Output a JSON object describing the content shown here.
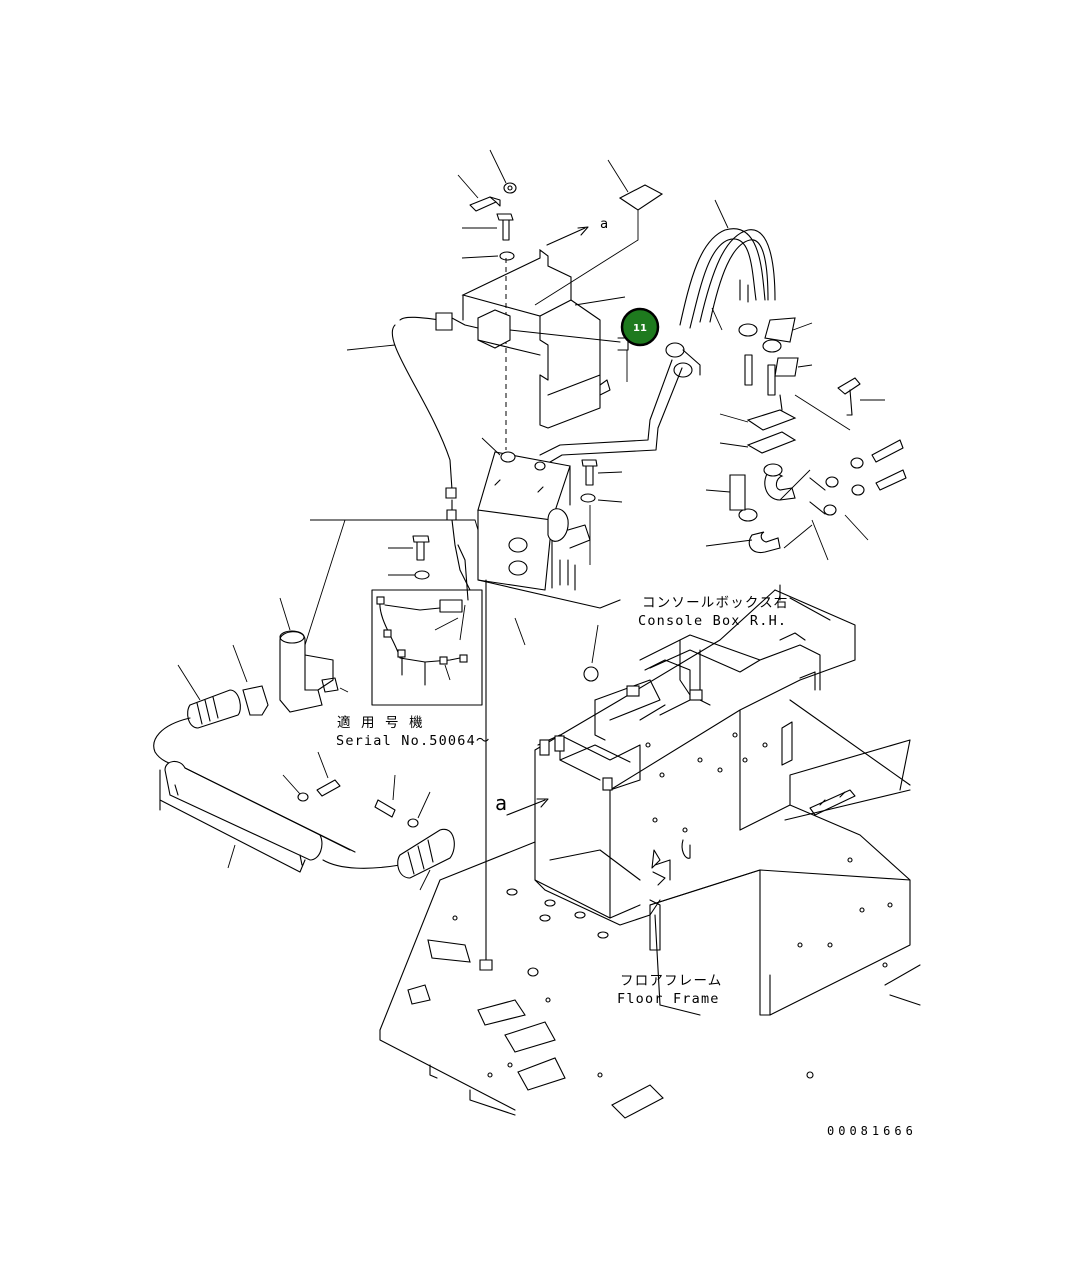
{
  "labels": {
    "console_box_jp": "コンソールボックス右",
    "console_box_en": "Console Box R.H.",
    "applicable_jp": "適 用 号 機",
    "serial": "Serial No.50064～",
    "floor_frame_jp": "フロアフレーム",
    "floor_frame_en": "Floor Frame",
    "ref_a_top": "a",
    "ref_a_bottom": "a",
    "drawing_code": "00081666"
  },
  "callouts": [
    {
      "number": "11",
      "color": "#1e7a1e"
    }
  ],
  "colors": {
    "line": "#000000",
    "background": "#ffffff",
    "callout_fill": "#1e7a1e",
    "callout_ring": "#000000"
  }
}
